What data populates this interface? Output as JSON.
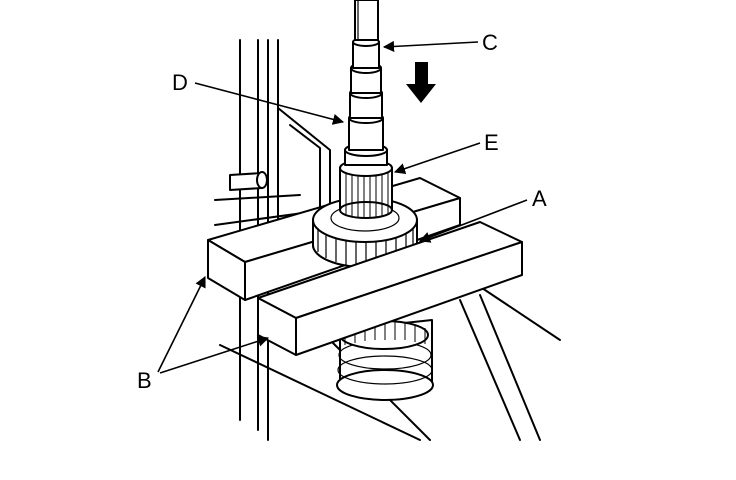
{
  "callouts": {
    "a": "A",
    "b": "B",
    "c": "C",
    "d": "D",
    "e": "E"
  },
  "icons": {
    "press_direction": "down-arrow-icon"
  }
}
